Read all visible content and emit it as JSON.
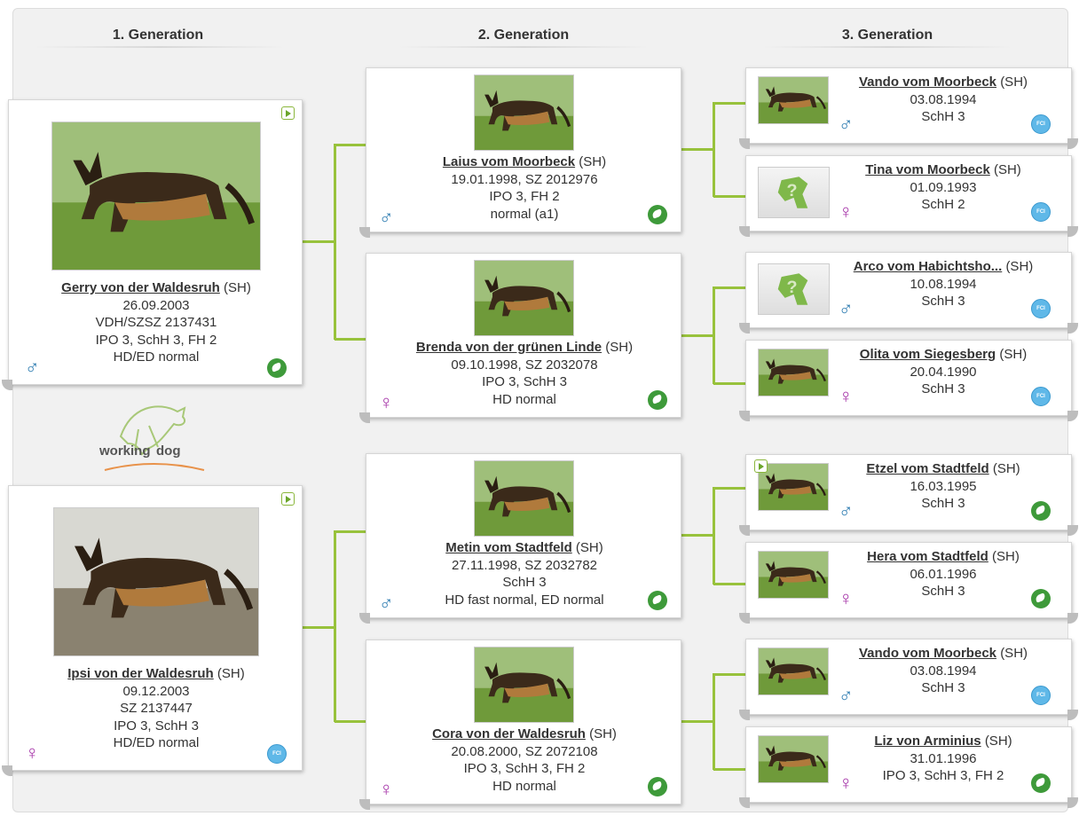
{
  "headers": [
    "1. Generation",
    "2. Generation",
    "3. Generation"
  ],
  "logo": {
    "word1": "working",
    "word2": "dog"
  },
  "gen1": [
    {
      "name": "Gerry von der Waldesruh",
      "suffix": "(SH)",
      "lines": [
        "26.09.2003",
        "VDH/SZSZ 2137431",
        "IPO 3, SchH 3, FH 2",
        "HD/ED normal"
      ],
      "sex": "male",
      "sex_symbol": "♂",
      "icon": "paw-icon",
      "has_video": true
    },
    {
      "name": "Ipsi von der Waldesruh",
      "suffix": "(SH)",
      "lines": [
        "09.12.2003",
        "SZ 2137447",
        "IPO 3, SchH 3",
        "HD/ED normal"
      ],
      "sex": "female",
      "sex_symbol": "♀",
      "icon": "fci-icon",
      "has_video": true
    }
  ],
  "gen2": [
    {
      "name": "Laius vom Moorbeck",
      "suffix": "(SH)",
      "lines": [
        "19.01.1998, SZ 2012976",
        "IPO 3, FH 2",
        "normal (a1)"
      ],
      "sex": "male",
      "sex_symbol": "♂",
      "icon": "paw-icon"
    },
    {
      "name": "Brenda von der grünen Linde",
      "suffix": "(SH)",
      "lines": [
        "09.10.1998, SZ 2032078",
        "IPO 3, SchH 3",
        "HD normal"
      ],
      "sex": "female",
      "sex_symbol": "♀",
      "icon": "paw-icon"
    },
    {
      "name": "Metin vom Stadtfeld",
      "suffix": "(SH)",
      "lines": [
        "27.11.1998, SZ 2032782",
        "SchH 3",
        "HD fast normal, ED normal"
      ],
      "sex": "male",
      "sex_symbol": "♂",
      "icon": "paw-icon"
    },
    {
      "name": "Cora von der Waldesruh",
      "suffix": "(SH)",
      "lines": [
        "20.08.2000, SZ 2072108",
        "IPO 3, SchH 3, FH 2",
        "HD normal"
      ],
      "sex": "female",
      "sex_symbol": "♀",
      "icon": "paw-icon"
    }
  ],
  "gen3": [
    {
      "name": "Vando vom Moorbeck",
      "suffix": "(SH)",
      "lines": [
        "03.08.1994",
        "SchH 3"
      ],
      "sex": "male",
      "sex_symbol": "♂",
      "icon": "fci-icon",
      "photo": "dog"
    },
    {
      "name": "Tina vom Moorbeck",
      "suffix": "(SH)",
      "lines": [
        "01.09.1993",
        "SchH 2"
      ],
      "sex": "female",
      "sex_symbol": "♀",
      "icon": "fci-icon",
      "photo": "unknown"
    },
    {
      "name": "Arco vom Habichtsho...",
      "suffix": "(SH)",
      "lines": [
        "10.08.1994",
        "SchH 3"
      ],
      "sex": "male",
      "sex_symbol": "♂",
      "icon": "fci-icon",
      "photo": "unknown"
    },
    {
      "name": "Olita vom Siegesberg",
      "suffix": "(SH)",
      "lines": [
        "20.04.1990",
        "SchH 3"
      ],
      "sex": "female",
      "sex_symbol": "♀",
      "icon": "fci-icon",
      "photo": "dog"
    },
    {
      "name": "Etzel vom Stadtfeld",
      "suffix": "(SH)",
      "lines": [
        "16.03.1995",
        "SchH 3"
      ],
      "sex": "male",
      "sex_symbol": "♂",
      "icon": "paw-icon",
      "photo": "dog",
      "has_video": true
    },
    {
      "name": "Hera vom Stadtfeld",
      "suffix": "(SH)",
      "lines": [
        "06.01.1996",
        "SchH 3"
      ],
      "sex": "female",
      "sex_symbol": "♀",
      "icon": "paw-icon",
      "photo": "dog"
    },
    {
      "name": "Vando vom Moorbeck",
      "suffix": "(SH)",
      "lines": [
        "03.08.1994",
        "SchH 3"
      ],
      "sex": "male",
      "sex_symbol": "♂",
      "icon": "fci-icon",
      "photo": "dog"
    },
    {
      "name": "Liz von Arminius",
      "suffix": "(SH)",
      "lines": [
        "31.01.1996",
        "IPO 3, SchH 3, FH 2"
      ],
      "sex": "female",
      "sex_symbol": "♀",
      "icon": "paw-icon",
      "photo": "dog"
    }
  ],
  "colors": {
    "connector": "#98c23c",
    "male": "#2a7ab0",
    "female": "#a533a8",
    "paw": "#3e9a3a",
    "fci": "#5fb8e8"
  }
}
